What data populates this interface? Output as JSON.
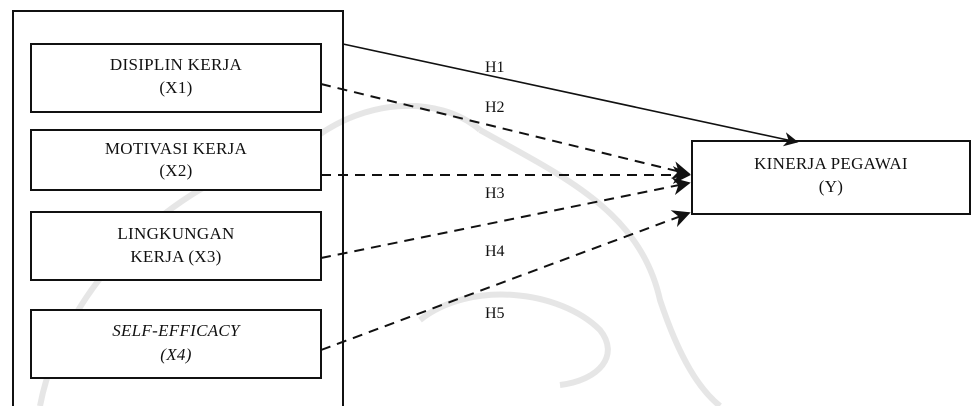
{
  "diagram": {
    "colors": {
      "stroke": "#111111",
      "background": "#ffffff",
      "watermark": "#e6e6e6"
    },
    "nodes": {
      "x1": {
        "line1": "DISIPLIN KERJA",
        "line2": "(X1)"
      },
      "x2": {
        "line1": "MOTIVASI KERJA",
        "line2": "(X2)"
      },
      "x3": {
        "line1": "LINGKUNGAN",
        "line2": "KERJA (X3)"
      },
      "x4": {
        "line1": "SELF-EFFICACY",
        "line2": "(X4)"
      },
      "y": {
        "line1": "KINERJA PEGAWAI",
        "line2": "(Y)"
      }
    },
    "edges": [
      {
        "id": "h1",
        "label": "H1",
        "style": "solid"
      },
      {
        "id": "h2",
        "label": "H2",
        "style": "dashed"
      },
      {
        "id": "h3",
        "label": "H3",
        "style": "dashed"
      },
      {
        "id": "h4",
        "label": "H4",
        "style": "dashed"
      },
      {
        "id": "h5",
        "label": "H5",
        "style": "dashed"
      }
    ]
  }
}
